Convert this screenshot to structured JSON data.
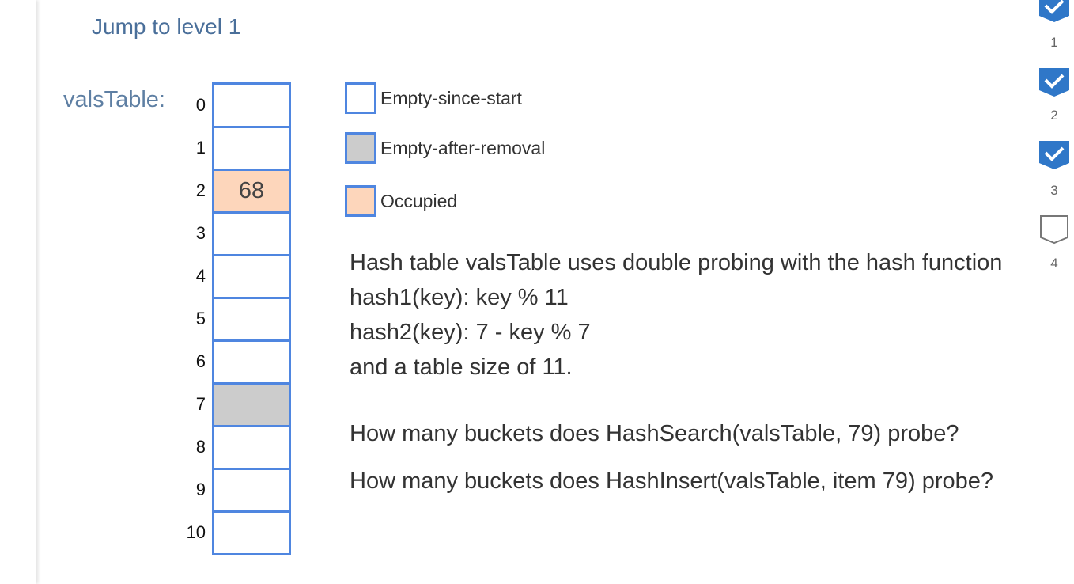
{
  "header": {
    "jump_link": "Jump to level 1"
  },
  "hash_table": {
    "name_label": "valsTable:",
    "buckets": [
      {
        "index": "0",
        "value": "",
        "state": "empty-since-start"
      },
      {
        "index": "1",
        "value": "",
        "state": "empty-since-start"
      },
      {
        "index": "2",
        "value": "68",
        "state": "occupied"
      },
      {
        "index": "3",
        "value": "",
        "state": "empty-since-start"
      },
      {
        "index": "4",
        "value": "",
        "state": "empty-since-start"
      },
      {
        "index": "5",
        "value": "",
        "state": "empty-since-start"
      },
      {
        "index": "6",
        "value": "",
        "state": "empty-since-start"
      },
      {
        "index": "7",
        "value": "",
        "state": "empty-after-removal"
      },
      {
        "index": "8",
        "value": "",
        "state": "empty-since-start"
      },
      {
        "index": "9",
        "value": "",
        "state": "empty-since-start"
      },
      {
        "index": "10",
        "value": "",
        "state": "empty-since-start"
      }
    ]
  },
  "legend": {
    "items": [
      {
        "label": "Empty-since-start",
        "color": "#ffffff"
      },
      {
        "label": "Empty-after-removal",
        "color": "#cccccc"
      },
      {
        "label": "Occupied",
        "color": "#fdd6bb"
      }
    ]
  },
  "problem": {
    "lines": [
      "Hash table valsTable uses double probing with the hash function",
      "hash1(key): key % 11",
      "hash2(key): 7 - key % 7",
      "and a table size of 11."
    ],
    "question_search": "How many buckets does HashSearch(valsTable, 79) probe?",
    "question_insert": "How many buckets does HashInsert(valsTable, item 79) probe?"
  },
  "levels": [
    {
      "number": "1",
      "completed": true
    },
    {
      "number": "2",
      "completed": true
    },
    {
      "number": "3",
      "completed": true
    },
    {
      "number": "4",
      "completed": false
    }
  ],
  "colors": {
    "accent": "#4f86e0",
    "level_complete": "#2f77c8",
    "occupied": "#fdd6bb",
    "removed": "#cccccc"
  }
}
